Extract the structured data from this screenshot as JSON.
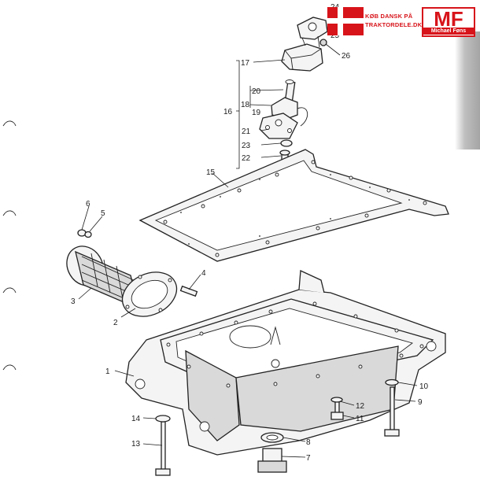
{
  "logos": {
    "dealer": {
      "line1": "KØB DANSK PÅ",
      "line2": "TRAKTORDELE.DK",
      "color": "#d7141a",
      "icon": "danish-flag-icon"
    },
    "brand": {
      "mark": "MF",
      "subtitle": "Michael Føns",
      "color": "#d7141a"
    }
  },
  "callouts": [
    "1",
    "2",
    "3",
    "4",
    "5",
    "6",
    "7",
    "8",
    "9",
    "10",
    "11",
    "12",
    "13",
    "14",
    "15",
    "16",
    "17",
    "18",
    "19",
    "20",
    "21",
    "22",
    "23",
    "24",
    "25",
    "26"
  ],
  "colors": {
    "ink": "#1c1c1c",
    "paper": "#ffffff",
    "brand_red": "#d7141a"
  }
}
